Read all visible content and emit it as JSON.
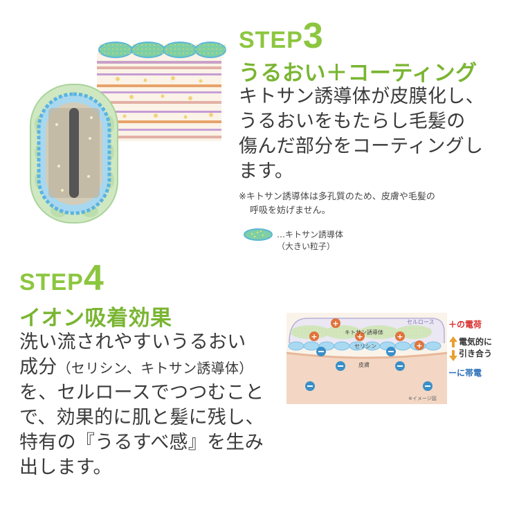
{
  "step3": {
    "word": "STEP",
    "num": "3",
    "subtitle": "うるおい＋コーティング",
    "body_lines": [
      "キトサン誘導体が皮膜化し、",
      "うるおいをもたらし毛髪の",
      "傷んだ部分をコーティングし",
      "ます。"
    ],
    "note_lines": [
      "※キトサン誘導体は多孔質のため、皮膚や毛髪の",
      "呼吸を妨げません。"
    ],
    "legend_lines": [
      "…キトサン誘導体",
      "（大きい粒子）"
    ]
  },
  "step4": {
    "word": "STEP",
    "num": "4",
    "subtitle": "イオン吸着効果",
    "body_lines": [
      "洗い流されやすいうるおい",
      "成分",
      "（セリシン、キトサン誘導体）",
      "を、セルロースでつつむこと",
      "で、効果的に肌と髪に残し、",
      "特有の『うるすべ感』を生み",
      "出します。"
    ]
  },
  "diagram": {
    "cellulose_label": "セルロース",
    "chitosan_label": "キトサン誘導体",
    "sericin_label": "セリシン",
    "skin_label": "皮膚",
    "note": "※イメージ図",
    "plus_charge": "＋の電荷",
    "attract_lines": [
      "電気的に",
      "引き合う"
    ],
    "minus_charge": "ーに帯電"
  },
  "colors": {
    "accent_green": "#8cc63f",
    "subtitle_green": "#7ab532",
    "plus_orange": "#e0743c",
    "minus_blue": "#3a8fc9",
    "charge_red": "#d92b2b",
    "charge_blue": "#2a6fb8"
  }
}
